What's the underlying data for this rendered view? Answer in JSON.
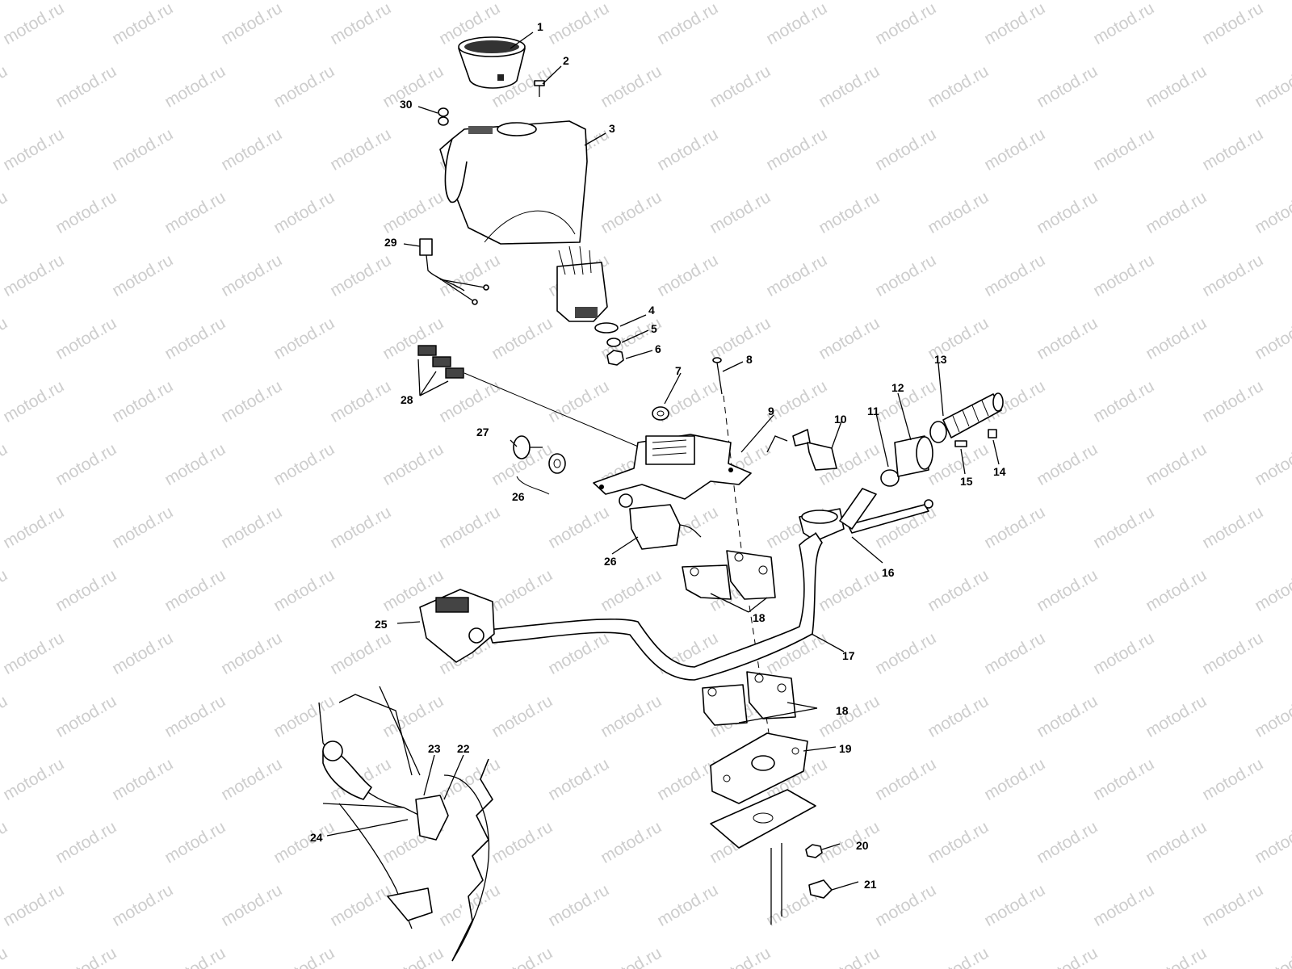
{
  "watermark": "motod.ru",
  "callouts": [
    {
      "id": "1",
      "label": "1"
    },
    {
      "id": "2",
      "label": "2"
    },
    {
      "id": "3",
      "label": "3"
    },
    {
      "id": "4",
      "label": "4"
    },
    {
      "id": "5",
      "label": "5"
    },
    {
      "id": "6",
      "label": "6"
    },
    {
      "id": "7",
      "label": "7"
    },
    {
      "id": "8",
      "label": "8"
    },
    {
      "id": "9",
      "label": "9"
    },
    {
      "id": "10",
      "label": "10"
    },
    {
      "id": "11",
      "label": "11"
    },
    {
      "id": "12",
      "label": "12"
    },
    {
      "id": "13",
      "label": "13"
    },
    {
      "id": "14",
      "label": "14"
    },
    {
      "id": "15",
      "label": "15"
    },
    {
      "id": "16",
      "label": "16"
    },
    {
      "id": "17",
      "label": "17"
    },
    {
      "id": "18a",
      "label": "18"
    },
    {
      "id": "18b",
      "label": "18"
    },
    {
      "id": "19",
      "label": "19"
    },
    {
      "id": "20",
      "label": "20"
    },
    {
      "id": "21",
      "label": "21"
    },
    {
      "id": "22",
      "label": "22"
    },
    {
      "id": "23",
      "label": "23"
    },
    {
      "id": "24",
      "label": "24"
    },
    {
      "id": "25",
      "label": "25"
    },
    {
      "id": "26a",
      "label": "26"
    },
    {
      "id": "26b",
      "label": "26"
    },
    {
      "id": "27",
      "label": "27"
    },
    {
      "id": "28",
      "label": "28"
    },
    {
      "id": "29",
      "label": "29"
    },
    {
      "id": "30",
      "label": "30"
    }
  ]
}
